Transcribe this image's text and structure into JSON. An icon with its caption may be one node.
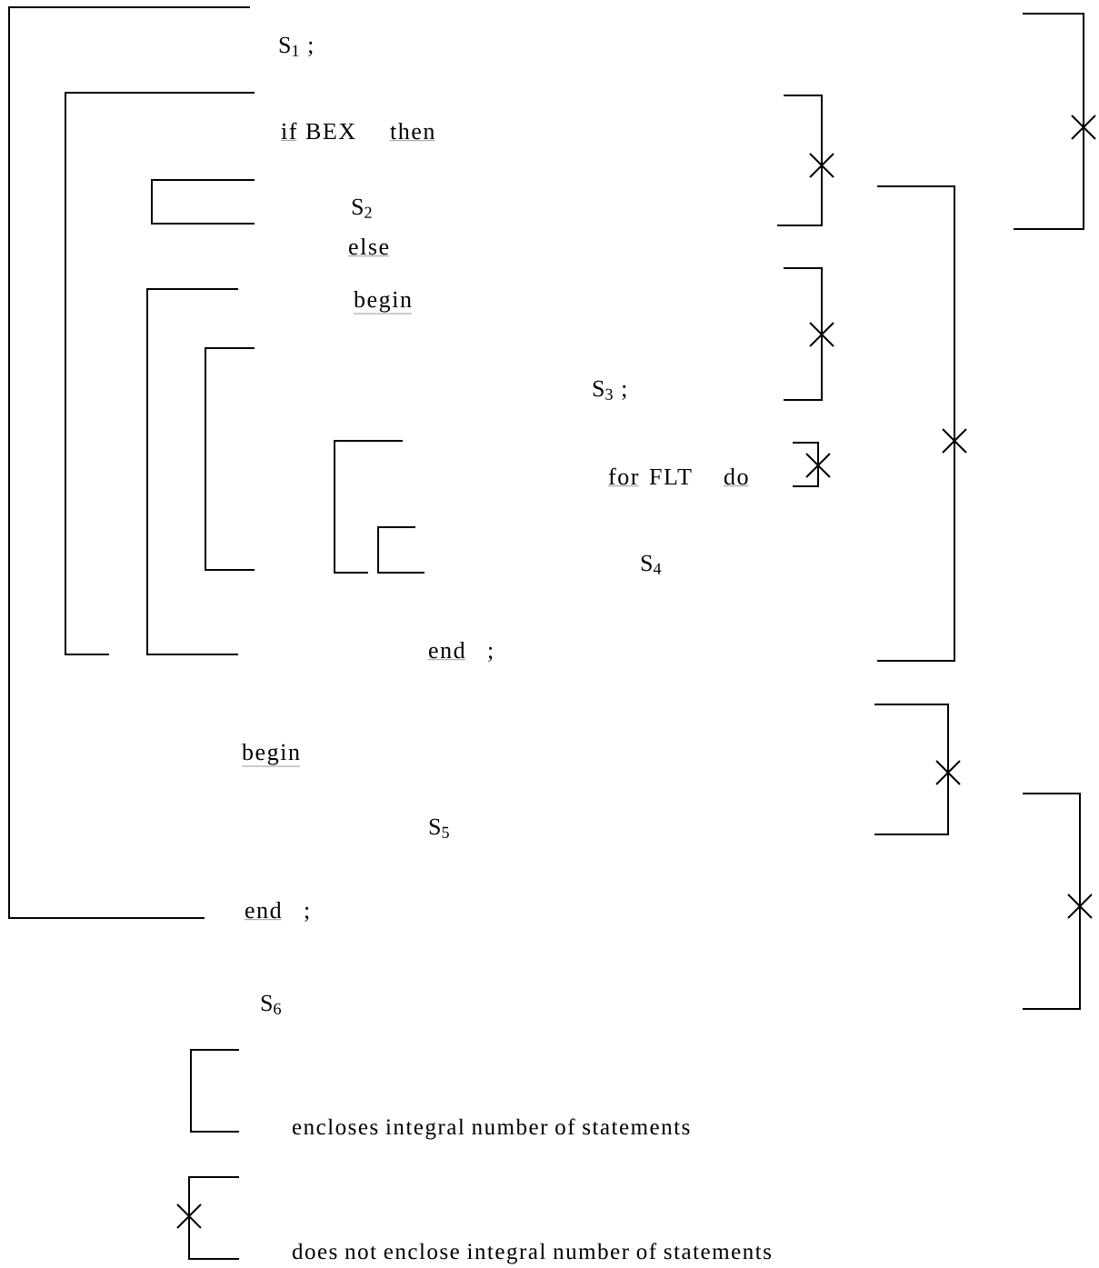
{
  "diagram": {
    "labels": [
      "S$_{1}$ ;",
      "if",
      "BEX",
      "then",
      "S$_{2}$",
      "else",
      "begin",
      "S$_{3}$ ;",
      "for",
      "FLT",
      "do",
      "S$_{4}$",
      "end",
      ";",
      "begin",
      "S$_{5}$",
      "end",
      ";",
      "S$_{6}$"
    ],
    "legend": [
      {
        "text": "encloses integral number of statements"
      },
      {
        "text": "does not enclose integral number of statements"
      }
    ]
  }
}
